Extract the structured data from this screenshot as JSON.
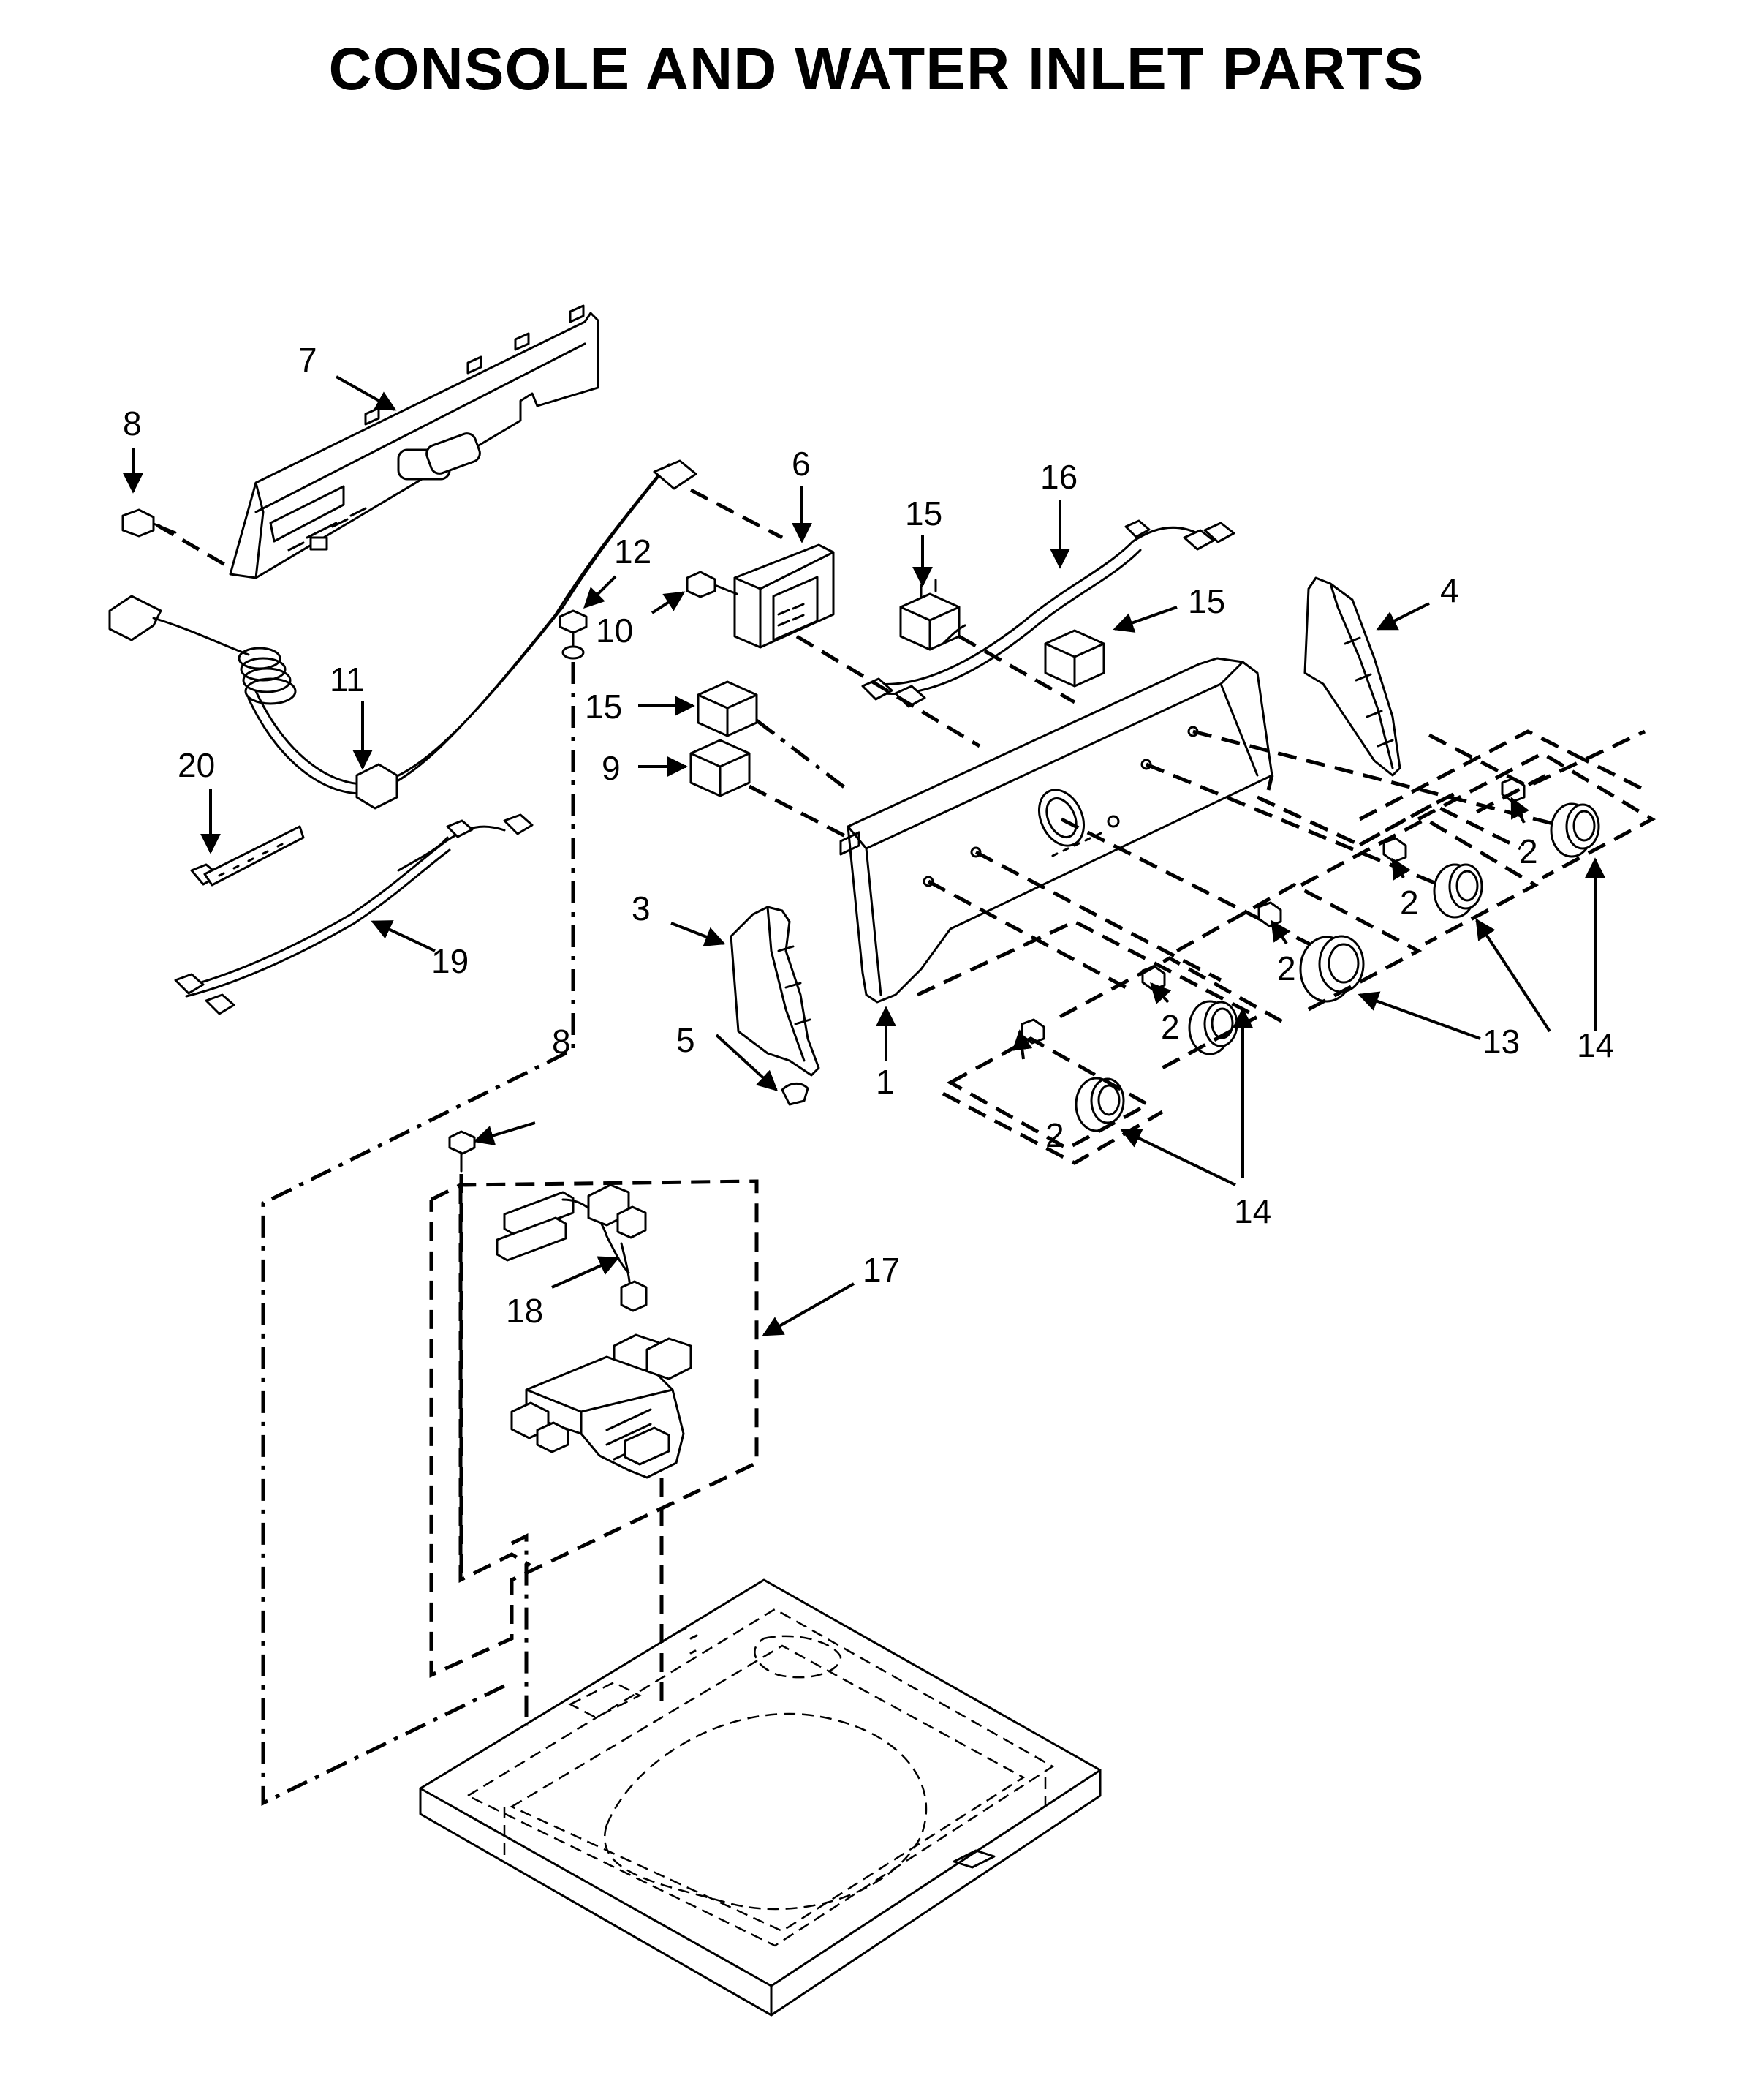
{
  "title": "CONSOLE AND WATER INLET PARTS",
  "callouts": {
    "c1": "1",
    "c2": "2",
    "c3": "3",
    "c4": "4",
    "c5": "5",
    "c6": "6",
    "c7": "7",
    "c8": "8",
    "c9": "9",
    "c10": "10",
    "c11": "11",
    "c12": "12",
    "c13": "13",
    "c14": "14",
    "c15": "15",
    "c16": "16",
    "c17": "17",
    "c18": "18",
    "c19": "19",
    "c20": "20"
  }
}
